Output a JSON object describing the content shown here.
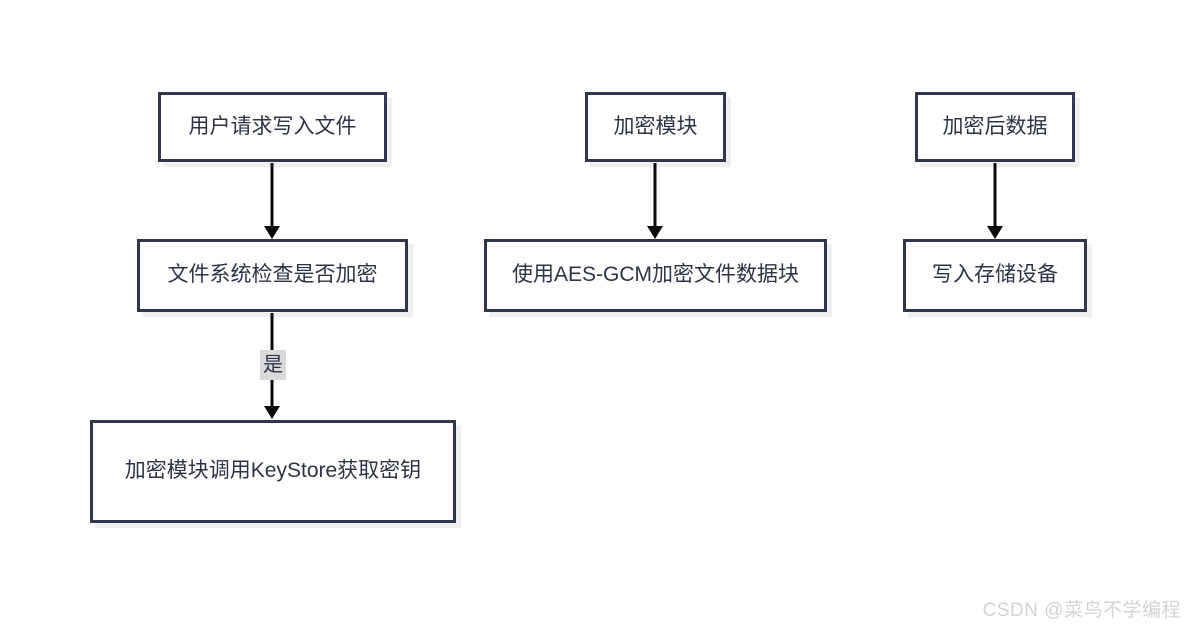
{
  "diagram": {
    "type": "flowchart",
    "direction": "top-to-bottom",
    "nodes": [
      {
        "id": "user-write-request",
        "label": "用户请求写入文件"
      },
      {
        "id": "fs-encryption-check",
        "label": "文件系统检查是否加密"
      },
      {
        "id": "keystore-fetch-key",
        "label": "加密模块调用KeyStore获取密钥"
      },
      {
        "id": "encryption-module",
        "label": "加密模块"
      },
      {
        "id": "aes-gcm-encrypt",
        "label": "使用AES-GCM加密文件数据块"
      },
      {
        "id": "encrypted-data",
        "label": "加密后数据"
      },
      {
        "id": "write-storage",
        "label": "写入存储设备"
      }
    ],
    "edges": [
      {
        "from": "user-write-request",
        "to": "fs-encryption-check",
        "label": ""
      },
      {
        "from": "fs-encryption-check",
        "to": "keystore-fetch-key",
        "label": "是"
      },
      {
        "from": "encryption-module",
        "to": "aes-gcm-encrypt",
        "label": ""
      },
      {
        "from": "encrypted-data",
        "to": "write-storage",
        "label": ""
      }
    ]
  },
  "watermark": {
    "text": "CSDN @菜鸟不学编程"
  },
  "colors": {
    "node_border": "#31364a",
    "node_text": "#2e3347",
    "node_background": "#ffffff",
    "arrow": "#0a0a0a",
    "edge_label_background": "#d9d9d9",
    "watermark": "#d3d3d3",
    "canvas_background": "#ffffff"
  }
}
